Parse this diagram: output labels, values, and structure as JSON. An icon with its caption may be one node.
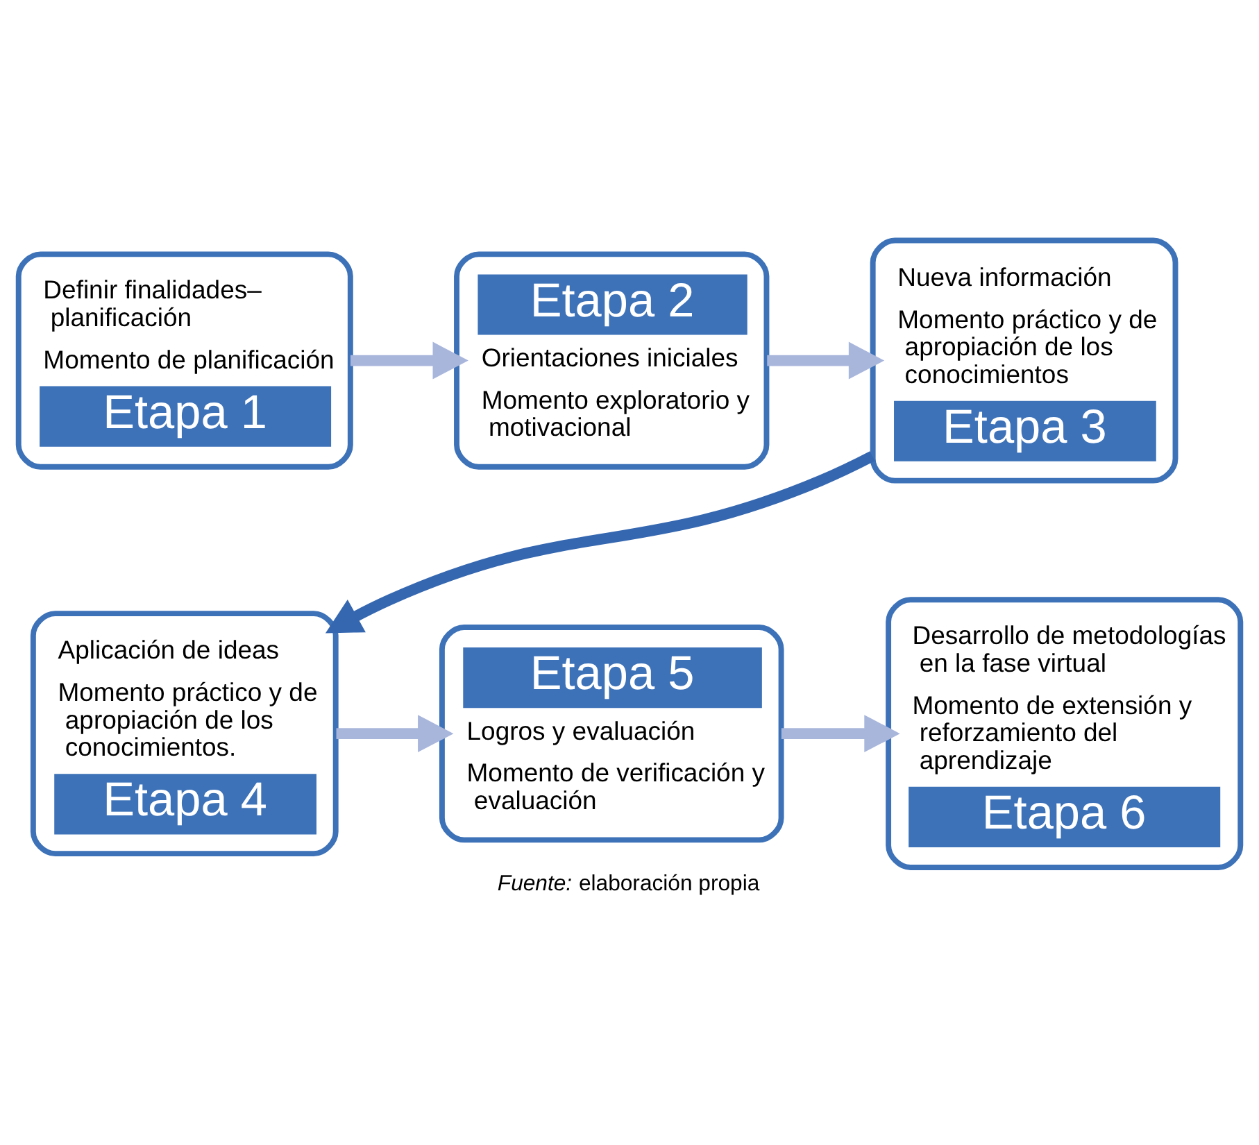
{
  "diagram": {
    "caption": "*Fuente:* elaboración propia",
    "nodes": [
      {
        "text": [
          "Definir finalidades– planificación",
          "Momento de planificación",
          "Etapa 1"
        ]
      },
      {
        "text": [
          "Etapa 2",
          "Orientaciones iniciales",
          "Momento exploratorio y motivacional"
        ]
      },
      {
        "text": [
          "Nueva información",
          "Momento práctico y de apropiación de los conocimientos",
          "Etapa 3"
        ]
      },
      {
        "text": [
          "Aplicación de ideas",
          "Momento práctico y de apropiación de los conocimientos.",
          "Etapa 4"
        ]
      },
      {
        "text": [
          "Etapa 5",
          "Logros y evaluación",
          "Momento de verificación y evaluación"
        ]
      },
      {
        "text": [
          "Desarrollo de metodologías en la fase virtual",
          "Momento de extensión y reforzamiento del aprendizaje",
          "Etapa 6"
        ]
      }
    ],
    "edges": [
      {
        "from": 0,
        "to": 1,
        "arrow": "to"
      },
      {
        "from": 1,
        "to": 2,
        "arrow": "to"
      },
      {
        "from": 2,
        "to": 3,
        "arrow": "to",
        "color": "#3567b0"
      },
      {
        "from": 3,
        "to": 4,
        "arrow": "to"
      },
      {
        "from": 4,
        "to": 5,
        "arrow": "to"
      }
    ]
  }
}
